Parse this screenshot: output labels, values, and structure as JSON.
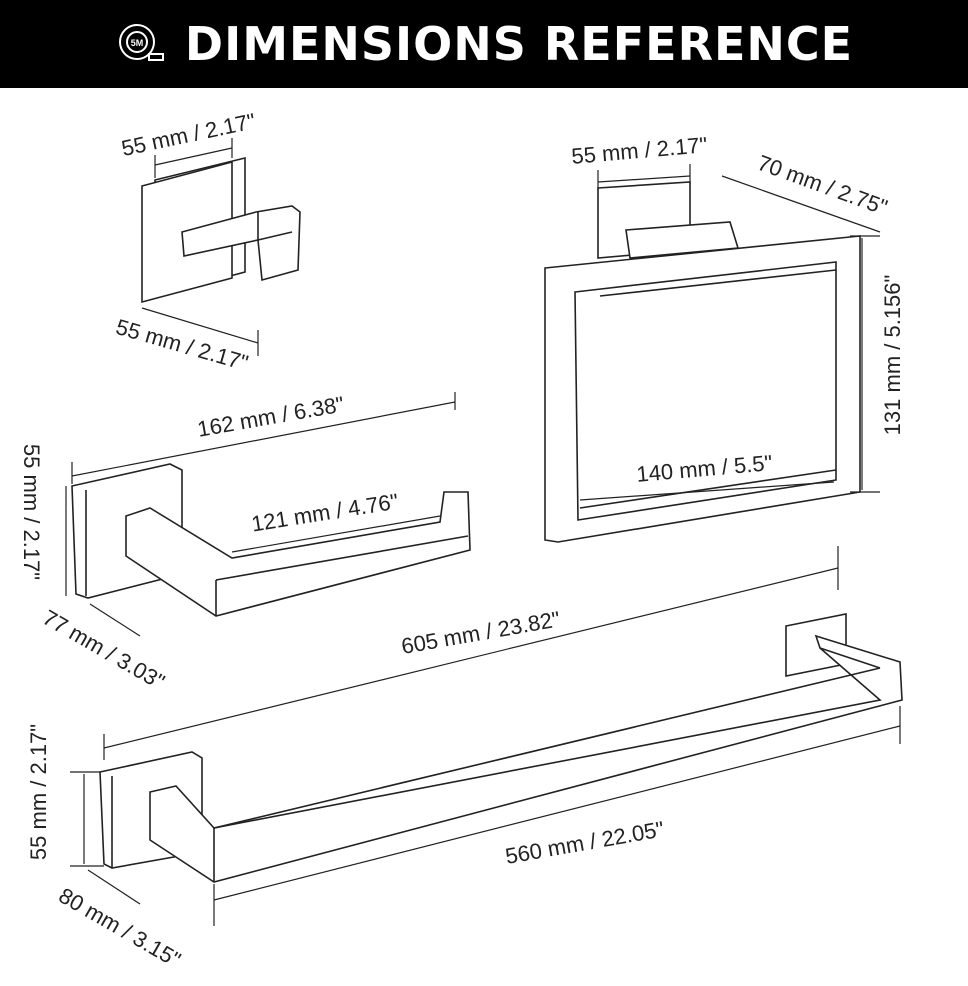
{
  "header": {
    "title": "DIMENSIONS REFERENCE",
    "icon": "tape-measure-icon",
    "icon_text": "5M"
  },
  "items": {
    "robe_hook": {
      "width_label": "55 mm / 2.17\"",
      "depth_label": "55 mm / 2.17\""
    },
    "towel_ring": {
      "plate_label": "55 mm / 2.17\"",
      "depth_label": "70 mm / 2.75\"",
      "height_label": "131 mm / 5.156\"",
      "inner_width_label": "140 mm / 5.5\""
    },
    "paper_holder": {
      "length_label": "162 mm / 6.38\"",
      "plate_label": "55 mm / 2.17\"",
      "bar_label": "121 mm / 4.76\"",
      "depth_label": "77 mm / 3.03\""
    },
    "towel_bar": {
      "total_label": "605 mm / 23.82\"",
      "plate_label": "55 mm / 2.17\"",
      "bar_label": "560 mm / 22.05\"",
      "depth_label": "80 mm / 3.15\""
    }
  }
}
